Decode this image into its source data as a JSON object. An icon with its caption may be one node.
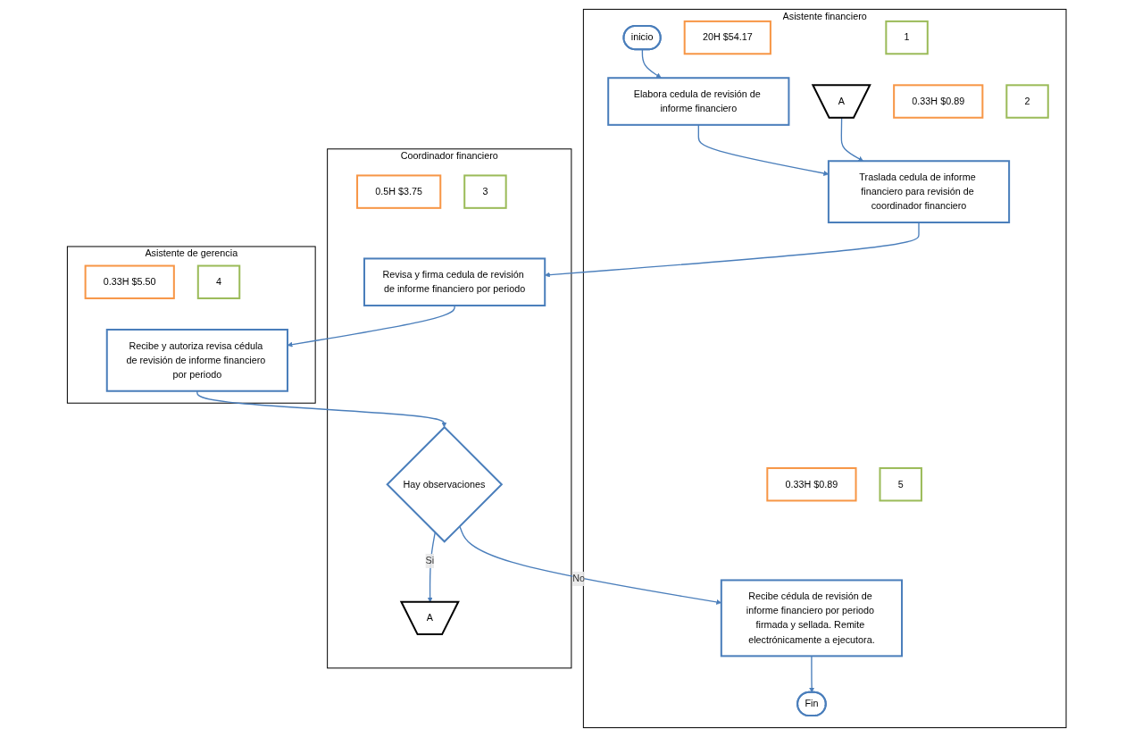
{
  "diagram": {
    "nodes": [
      {
        "text": [
          "Asistente financiero"
        ]
      },
      {
        "text": [
          "Coordinador financiero"
        ]
      },
      {
        "text": [
          "Asistente de gerencia"
        ]
      },
      {
        "text": [
          "inicio"
        ],
        "in": 0
      },
      {
        "text": [
          "20H $54.17"
        ],
        "in": 0
      },
      {
        "text": [
          "1"
        ],
        "in": 0
      },
      {
        "text": [
          "Elabora cedula de revisión de informe financiero"
        ],
        "in": 0
      },
      {
        "text": [
          "A"
        ],
        "in": 0
      },
      {
        "text": [
          "0.33H $0.89"
        ],
        "in": 0
      },
      {
        "text": [
          "2"
        ],
        "in": 0
      },
      {
        "text": [
          "Traslada cedula de informe financiero para revisión de coordinador financiero"
        ],
        "in": 0
      },
      {
        "text": [
          "0.5H $3.75"
        ],
        "in": 1
      },
      {
        "text": [
          "3"
        ],
        "in": 1
      },
      {
        "text": [
          "Revisa y firma cedula de revisión de informe financiero por periodo"
        ],
        "in": 1
      },
      {
        "text": [
          "0.33H $5.50"
        ],
        "in": 2
      },
      {
        "text": [
          "4"
        ],
        "in": 2
      },
      {
        "text": [
          "Recibe y autoriza revisa cédula de revisión de informe financiero por periodo"
        ],
        "in": 2
      },
      {
        "text": [
          "0.33H $0.89"
        ],
        "in": 0
      },
      {
        "text": [
          "5"
        ],
        "in": 0
      },
      {
        "text": [
          "Recibe cédula de revisión de informe financiero por periodo firmada y sellada. Remite electrónicamente a ejecutora."
        ],
        "in": 0
      },
      {
        "text": [
          "Hay observaciones"
        ],
        "in": 1
      },
      {
        "text": [
          "A"
        ],
        "in": 1
      },
      {
        "text": [
          "Fin"
        ],
        "in": 0
      }
    ],
    "edges": [
      {
        "from": 3,
        "to": 6,
        "arrow": "to"
      },
      {
        "from": 6,
        "to": 10,
        "arrow": "to"
      },
      {
        "from": 7,
        "to": 10,
        "arrow": "to"
      },
      {
        "from": 10,
        "to": 13,
        "arrow": "to"
      },
      {
        "from": 13,
        "to": 16,
        "arrow": "to"
      },
      {
        "from": 16,
        "to": 20,
        "arrow": "to"
      },
      {
        "from": 20,
        "to": 19,
        "label": "No",
        "arrow": "to"
      },
      {
        "from": 20,
        "to": 21,
        "label": "Si",
        "arrow": "to"
      },
      {
        "from": 19,
        "to": 22,
        "arrow": "to"
      }
    ]
  }
}
